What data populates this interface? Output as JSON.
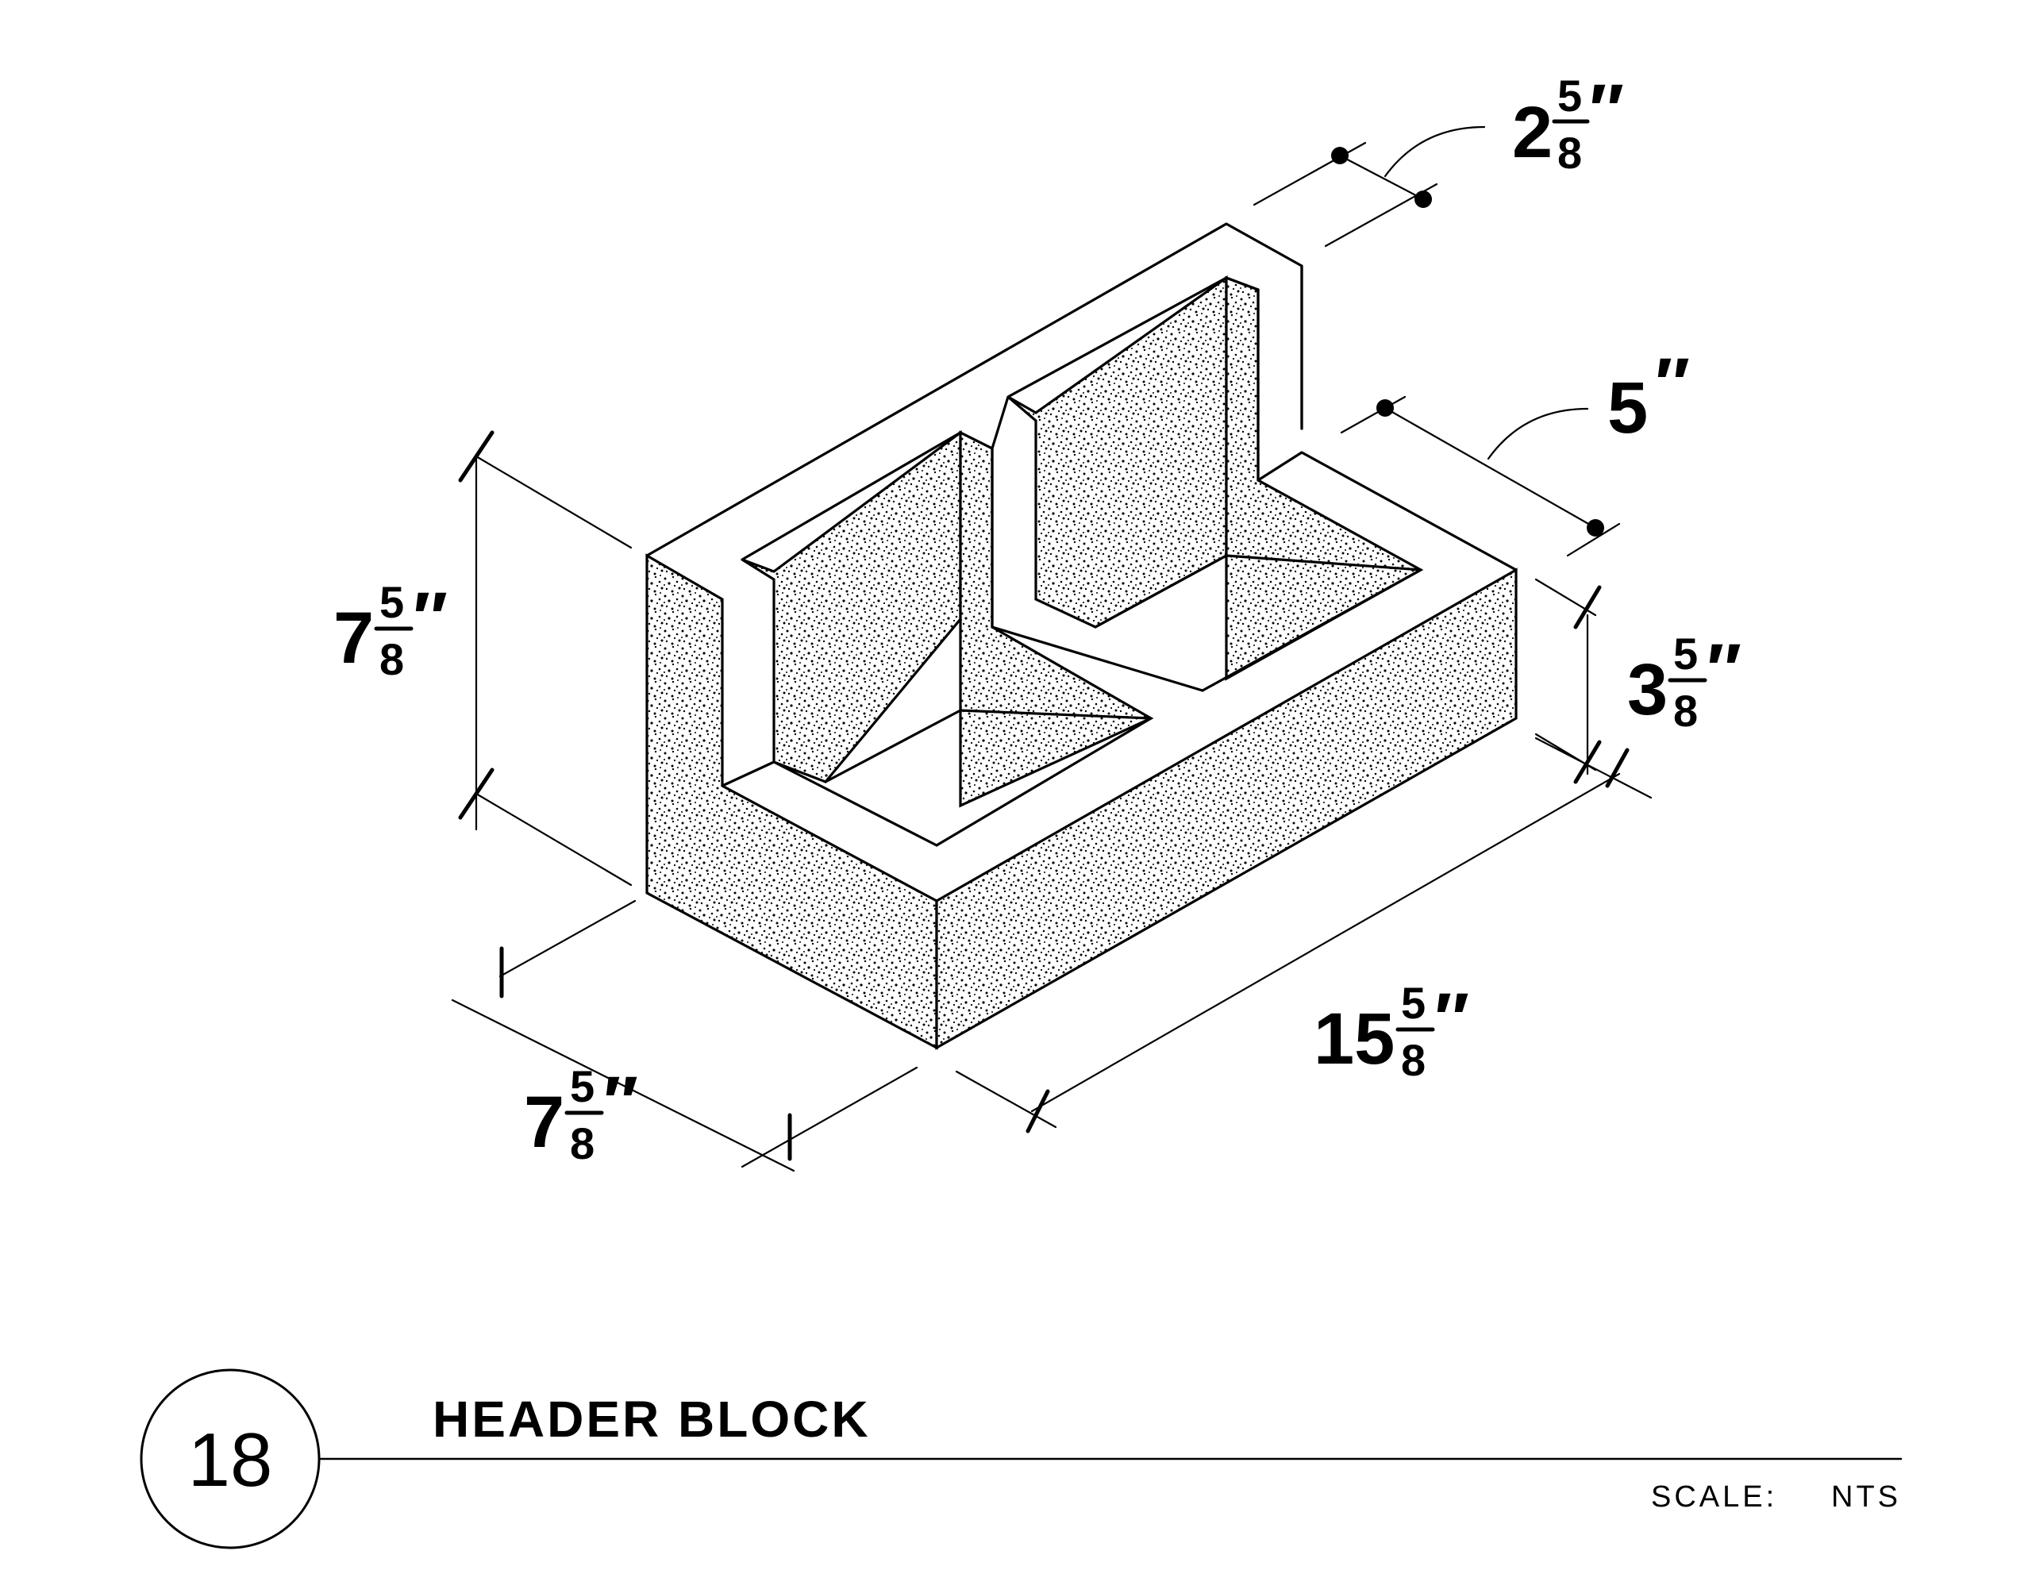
{
  "detail": {
    "number": "18",
    "title": "HEADER BLOCK",
    "scale_label": "SCALE:",
    "scale_value": "NTS"
  },
  "dimensions": {
    "top_web": {
      "whole": "2",
      "num": "5",
      "den": "8",
      "unit": "″"
    },
    "side_width": {
      "whole": "5",
      "unit": "″"
    },
    "height": {
      "whole": "7",
      "num": "5",
      "den": "8",
      "unit": "″"
    },
    "reduced_height": {
      "whole": "3",
      "num": "5",
      "den": "8",
      "unit": "″"
    },
    "depth": {
      "whole": "7",
      "num": "5",
      "den": "8",
      "unit": "″"
    },
    "length": {
      "whole": "15",
      "num": "5",
      "den": "8",
      "unit": "″"
    }
  }
}
